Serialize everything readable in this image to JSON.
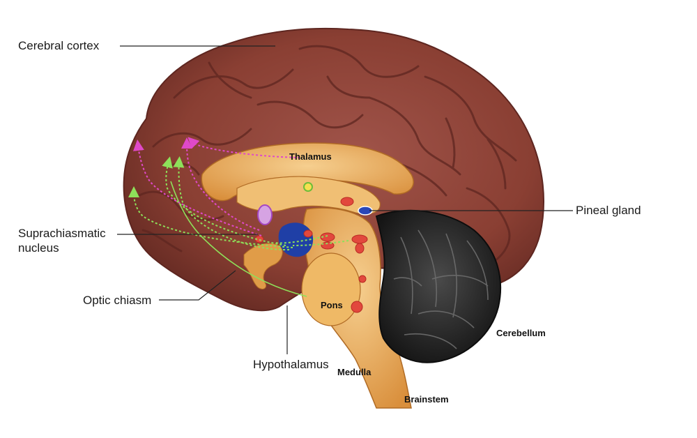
{
  "labels": {
    "cerebral_cortex": "Cerebral cortex",
    "pineal_gland": "Pineal gland",
    "suprachiasmatic_line1": "Suprachiasmatic",
    "suprachiasmatic_line2": "nucleus",
    "optic_chiasm": "Optic chiasm",
    "hypothalamus": "Hypothalamus",
    "thalamus": "Thalamus",
    "pons": "Pons",
    "medulla": "Medulla",
    "cerebellum": "Cerebellum",
    "brainstem": "Brainstem"
  },
  "colors": {
    "cortex": "#8a3f33",
    "cortex_dark": "#5e2620",
    "inner_structures": "#e8a957",
    "inner_light": "#f4c886",
    "cerebellum": "#2b2b2b",
    "hypothalamus_blue": "#1f3fa6",
    "pathway_green": "#8ee05a",
    "pathway_magenta": "#e049c8",
    "nucleus_red": "#e2483d",
    "pineal_blue": "#2a47b8",
    "scn_purple": "#c77fd6"
  },
  "icons": {
    "pathway_arrow_green": "arrow-up-icon",
    "pathway_arrow_magenta": "arrow-up-icon"
  }
}
